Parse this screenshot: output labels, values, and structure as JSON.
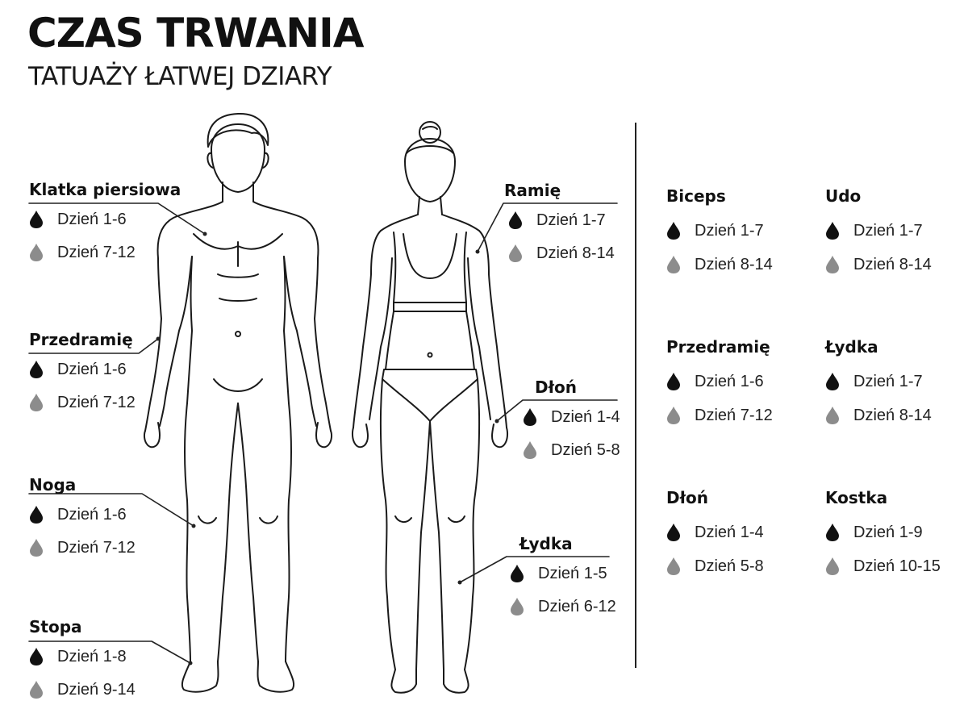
{
  "title": "CZAS TRWANIA",
  "subtitle": "TATUAŻY ŁATWEJ DZIARY",
  "colors": {
    "dark_drop": "#111111",
    "light_drop": "#8c8c8c",
    "line": "#222222"
  },
  "callouts": {
    "male_chest": {
      "label": "Klatka piersiowa",
      "dark": "Dzień 1-6",
      "light": "Dzień 7-12"
    },
    "male_forearm": {
      "label": "Przedramię",
      "dark": "Dzień 1-6",
      "light": "Dzień 7-12"
    },
    "male_leg": {
      "label": "Noga",
      "dark": "Dzień 1-6",
      "light": "Dzień 7-12"
    },
    "male_foot": {
      "label": "Stopa",
      "dark": "Dzień 1-8",
      "light": "Dzień 9-14"
    },
    "female_arm": {
      "label": "Ramię",
      "dark": "Dzień 1-7",
      "light": "Dzień 8-14"
    },
    "female_hand": {
      "label": "Dłoń",
      "dark": "Dzień 1-4",
      "light": "Dzień 5-8"
    },
    "female_calf": {
      "label": "Łydka",
      "dark": "Dzień 1-5",
      "light": "Dzień 6-12"
    }
  },
  "panel": [
    {
      "label": "Biceps",
      "dark": "Dzień 1-7",
      "light": "Dzień 8-14"
    },
    {
      "label": "Udo",
      "dark": "Dzień 1-7",
      "light": "Dzień 8-14"
    },
    {
      "label": "Przedramię",
      "dark": "Dzień 1-6",
      "light": "Dzień 7-12"
    },
    {
      "label": "Łydka",
      "dark": "Dzień 1-7",
      "light": "Dzień 8-14"
    },
    {
      "label": "Dłoń",
      "dark": "Dzień 1-4",
      "light": "Dzień 5-8"
    },
    {
      "label": "Kostka",
      "dark": "Dzień 1-9",
      "light": "Dzień 10-15"
    }
  ]
}
